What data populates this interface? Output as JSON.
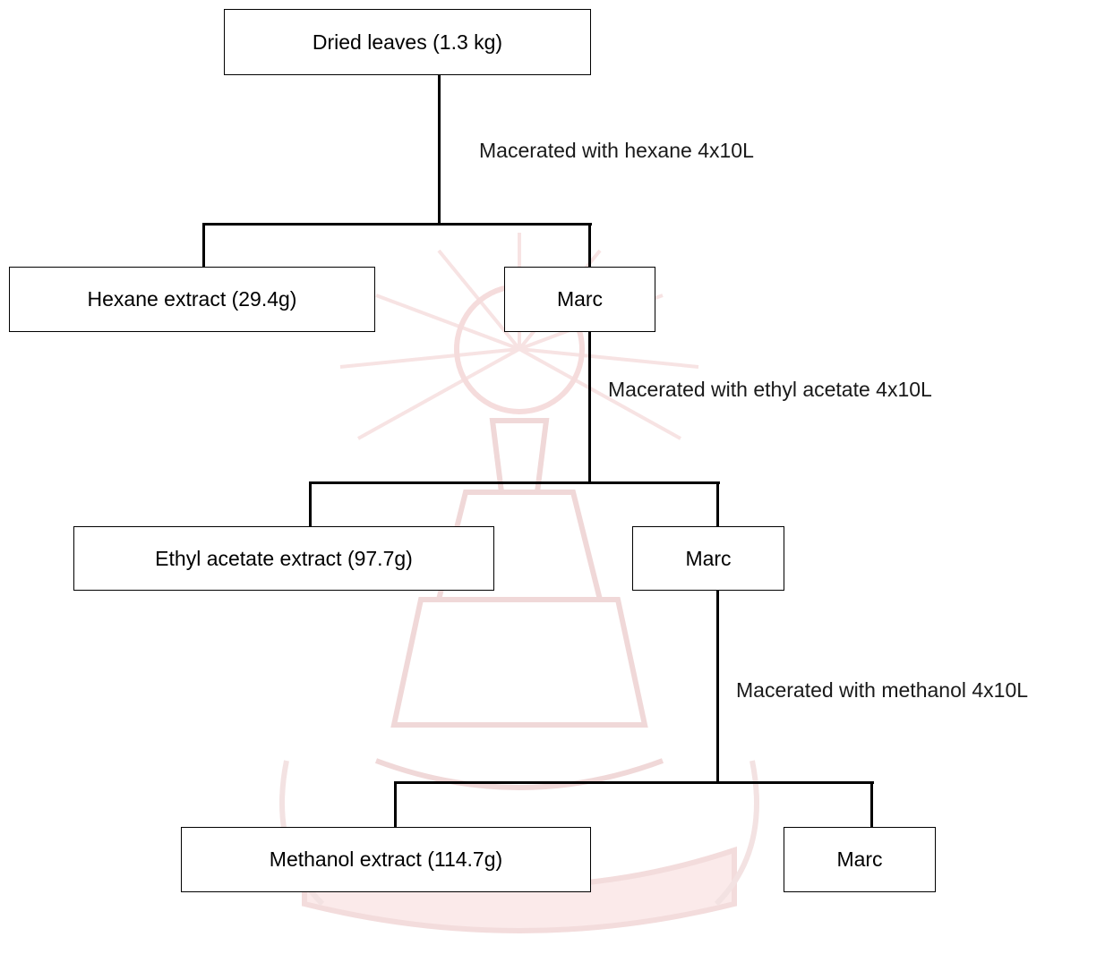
{
  "flowchart": {
    "start": {
      "label": "Dried leaves (1.3 kg)"
    },
    "steps": [
      {
        "label": "Macerated with hexane 4x10L",
        "extract": "Hexane extract (29.4g)",
        "residue": "Marc"
      },
      {
        "label": "Macerated with ethyl acetate 4x10L",
        "extract": "Ethyl acetate extract (97.7g)",
        "residue": "Marc"
      },
      {
        "label": "Macerated with methanol 4x10L",
        "extract": "Methanol extract (114.7g)",
        "residue": "Marc"
      }
    ]
  },
  "colors": {
    "line": "#000000",
    "box_border": "#000000",
    "text": "#000000",
    "watermark": "#f5d6d6"
  }
}
